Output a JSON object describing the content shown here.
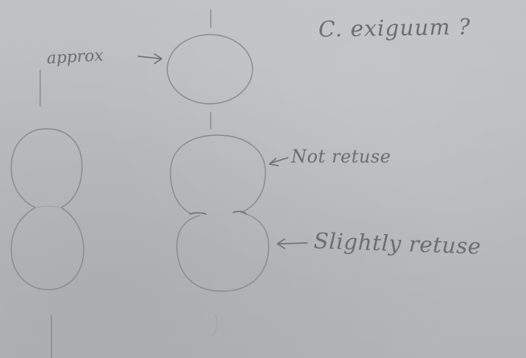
{
  "sketch": {
    "title": "C. exiguum ?",
    "annotations": {
      "approx": "approx",
      "not_retuse": "Not retuse",
      "slightly_retuse": "Slightly retuse"
    }
  },
  "colors": {
    "paper": "#bcbec0",
    "pencil": "#8a8d91",
    "pencil_dark": "#6e7175"
  }
}
